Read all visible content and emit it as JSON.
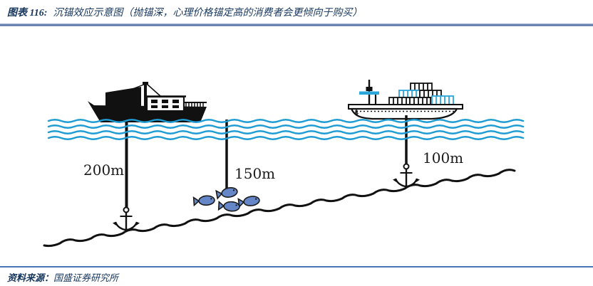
{
  "header": {
    "label": "图表 116:",
    "title": "沉锚效应示意图（抛锚深，心理价格锚定高的消费者会更倾向于购买）"
  },
  "footer": {
    "source_label": "资料来源：",
    "source": "国盛证券研究所"
  },
  "diagram": {
    "markers": [
      {
        "position": "left",
        "depth": "200m"
      },
      {
        "position": "middle",
        "depth": "150m"
      },
      {
        "position": "right",
        "depth": "100m"
      }
    ],
    "colors": {
      "water": "#1e9cd3",
      "fish": "#6587c8",
      "ink": "#111111",
      "accent_text": "#17365d",
      "rule": "#4a74b8"
    },
    "icons": {
      "anchor-icon": "⚓",
      "cargo-ship-icon": "🚢",
      "container-ship-icon": "🚢",
      "fish-icon": "🐟",
      "wave-icon": "〰"
    }
  }
}
